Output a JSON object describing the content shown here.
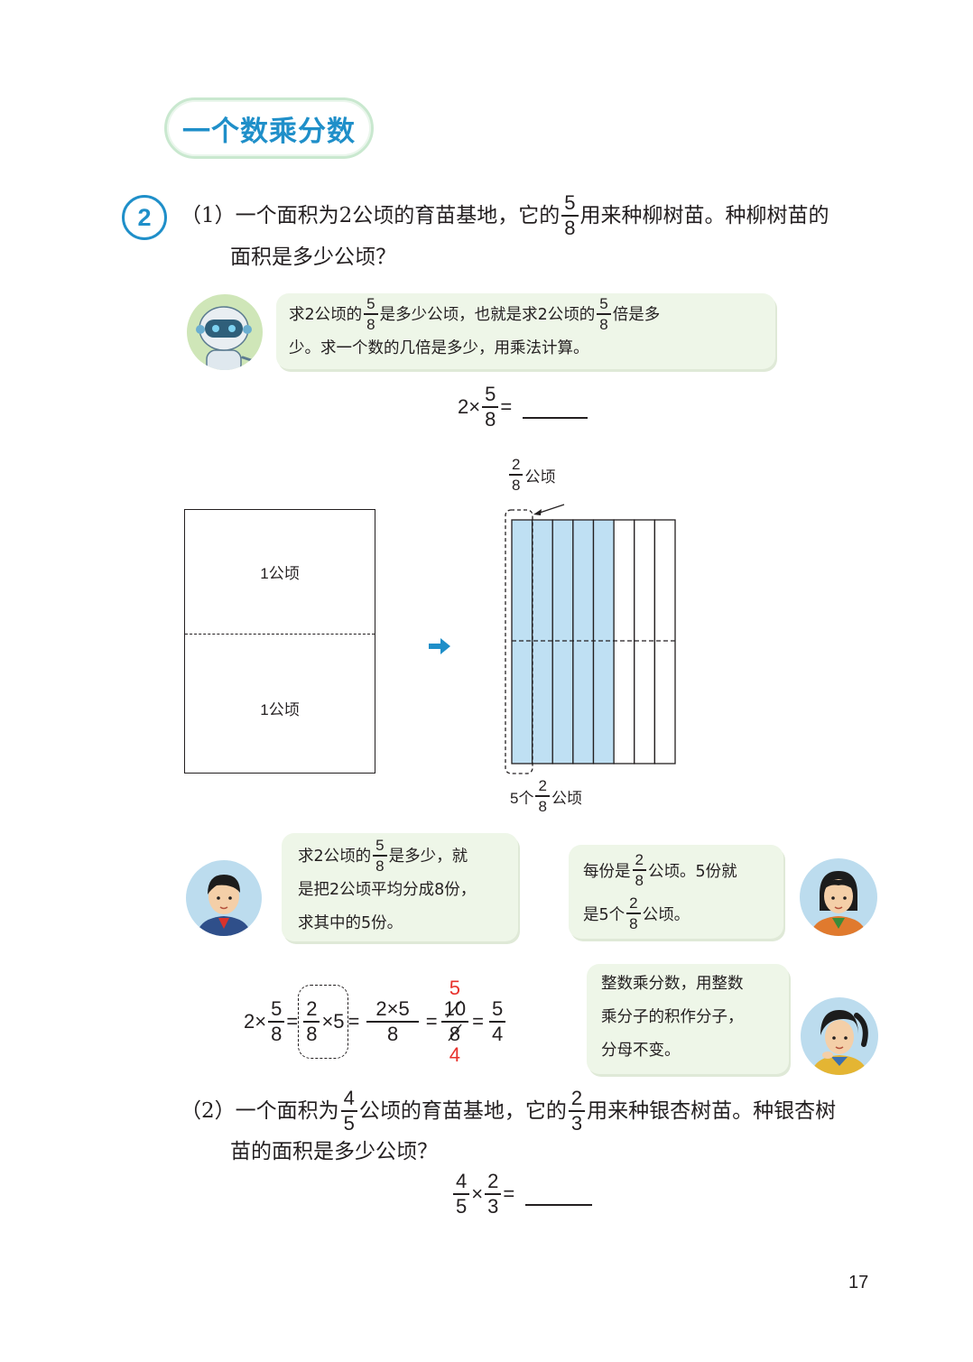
{
  "section_title": "一个数乘分数",
  "problem_number": "2",
  "part1": {
    "label": "（1）",
    "text_a": "一个面积为2公顷的育苗基地，它的",
    "frac": {
      "num": "5",
      "den": "8"
    },
    "text_b": "用来种柳树苗。种柳树苗的",
    "line2": "面积是多少公顷？"
  },
  "robot_bubble": {
    "l1_a": "求2公顷的",
    "l1_frac1": {
      "num": "5",
      "den": "8"
    },
    "l1_b": "是多少公顷，也就是求2公顷的",
    "l1_frac2": {
      "num": "5",
      "den": "8"
    },
    "l1_c": "倍是多",
    "l2": "少。求一个数的几倍是多少，用乘法计算。"
  },
  "eq1": {
    "lead": "2×",
    "frac": {
      "num": "5",
      "den": "8"
    },
    "eq": "="
  },
  "diagram": {
    "top_label_frac": {
      "num": "2",
      "den": "8"
    },
    "top_label_unit": "公顷",
    "upper_label": "1公顷",
    "lower_label": "1公顷",
    "bottom_label_a": "5个",
    "bottom_label_frac": {
      "num": "2",
      "den": "8"
    },
    "bottom_label_unit": "公顷",
    "total_columns": 8,
    "shaded_columns": 5,
    "shade_color": "#bfe0f3",
    "arrow_color": "#1f8fc9"
  },
  "boy_bubble": {
    "l1_a": "求2公顷的",
    "l1_frac": {
      "num": "5",
      "den": "8"
    },
    "l1_b": "是多少，就",
    "l2": "是把2公顷平均分成8份，",
    "l3": "求其中的5份。"
  },
  "girl_bubble": {
    "l1_a": "每份是",
    "l1_frac": {
      "num": "2",
      "den": "8"
    },
    "l1_b": "公顷。5份就",
    "l2_a": "是5个",
    "l2_frac": {
      "num": "2",
      "den": "8"
    },
    "l2_b": "公顷。"
  },
  "calc": {
    "lead": "2×",
    "f1": {
      "num": "5",
      "den": "8"
    },
    "eq1": "=",
    "f2": {
      "num": "2",
      "den": "8"
    },
    "times5": "×5",
    "eq2": "=",
    "f3": {
      "num": "2×5",
      "den": "8"
    },
    "eq3": "=",
    "f4": {
      "num": "10",
      "den": "8"
    },
    "cancel_top": "5",
    "cancel_bottom": "4",
    "eq4": "=",
    "f5": {
      "num": "5",
      "den": "4"
    },
    "cancel_color": "#e8322d"
  },
  "girl2_bubble": {
    "l1": "整数乘分数，用整数",
    "l2": "乘分子的积作分子，",
    "l3": "分母不变。"
  },
  "part2": {
    "label": "（2）",
    "text_a": "一个面积为",
    "frac1": {
      "num": "4",
      "den": "5"
    },
    "text_b": "公顷的育苗基地，它的",
    "frac2": {
      "num": "2",
      "den": "3"
    },
    "text_c": "用来种银杏树苗。种银杏树",
    "line2": "苗的面积是多少公顷？"
  },
  "eq2": {
    "f1": {
      "num": "4",
      "den": "5"
    },
    "times": "×",
    "f2": {
      "num": "2",
      "den": "3"
    },
    "eq": "="
  },
  "page_number": "17"
}
